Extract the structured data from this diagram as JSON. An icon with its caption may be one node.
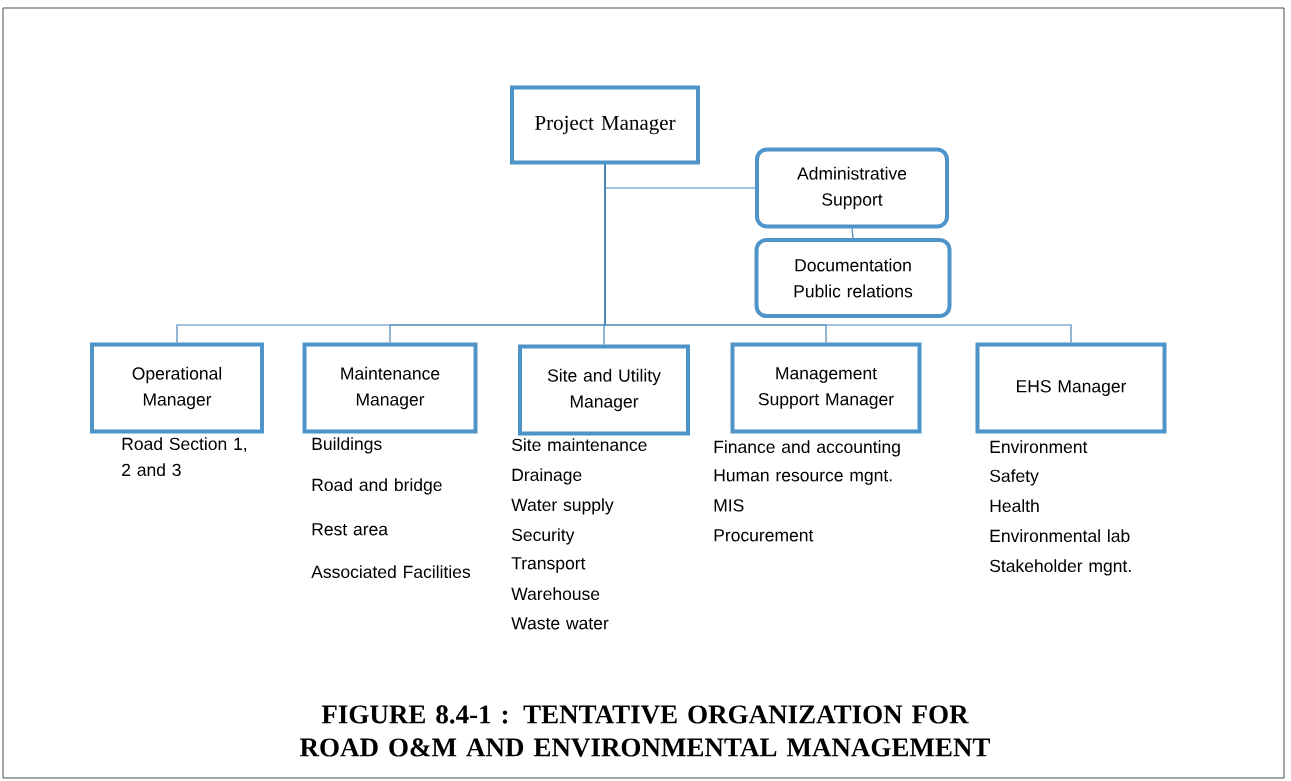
{
  "diagram": {
    "caption": "FIGURE 8.4-1 : TENTATIVE ORGANIZATION FOR ROAD O&M AND ENVIRONMENTAL MANAGEMENT",
    "nodes": [
      {
        "text": [
          "Project Manager"
        ]
      },
      {
        "text": [
          "Administrative Support"
        ]
      },
      {
        "text": [
          "Documentation Public relations"
        ]
      },
      {
        "text": [
          "Operational Manager"
        ],
        "beside": [
          "Road Section 1, 2 and 3"
        ]
      },
      {
        "text": [
          "Maintenance Manager"
        ],
        "beside": [
          "Buildings",
          "Road and bridge",
          "Rest area",
          "Associated Facilities"
        ]
      },
      {
        "text": [
          "Site and Utility Manager"
        ],
        "beside": [
          "Site maintenance",
          "Drainage",
          "Water supply",
          "Security",
          "Transport",
          "Warehouse",
          "Waste water"
        ]
      },
      {
        "text": [
          "Management Support Manager"
        ],
        "beside": [
          "Finance and accounting",
          "Human resource mgnt.",
          "MIS",
          "Procurement"
        ]
      },
      {
        "text": [
          "EHS Manager"
        ],
        "beside": [
          "Environment",
          "Safety",
          "Health",
          "Environmental lab",
          "Stakeholder mgnt."
        ]
      }
    ],
    "edges": [
      {
        "from": 0,
        "to": 1,
        "arrow": "none"
      },
      {
        "from": 1,
        "to": 2,
        "arrow": "none"
      },
      {
        "from": 0,
        "to": 3,
        "arrow": "none"
      },
      {
        "from": 0,
        "to": 4,
        "arrow": "none"
      },
      {
        "from": 0,
        "to": 5,
        "arrow": "none"
      },
      {
        "from": 0,
        "to": 6,
        "arrow": "none"
      },
      {
        "from": 0,
        "to": 7,
        "arrow": "none"
      }
    ]
  }
}
